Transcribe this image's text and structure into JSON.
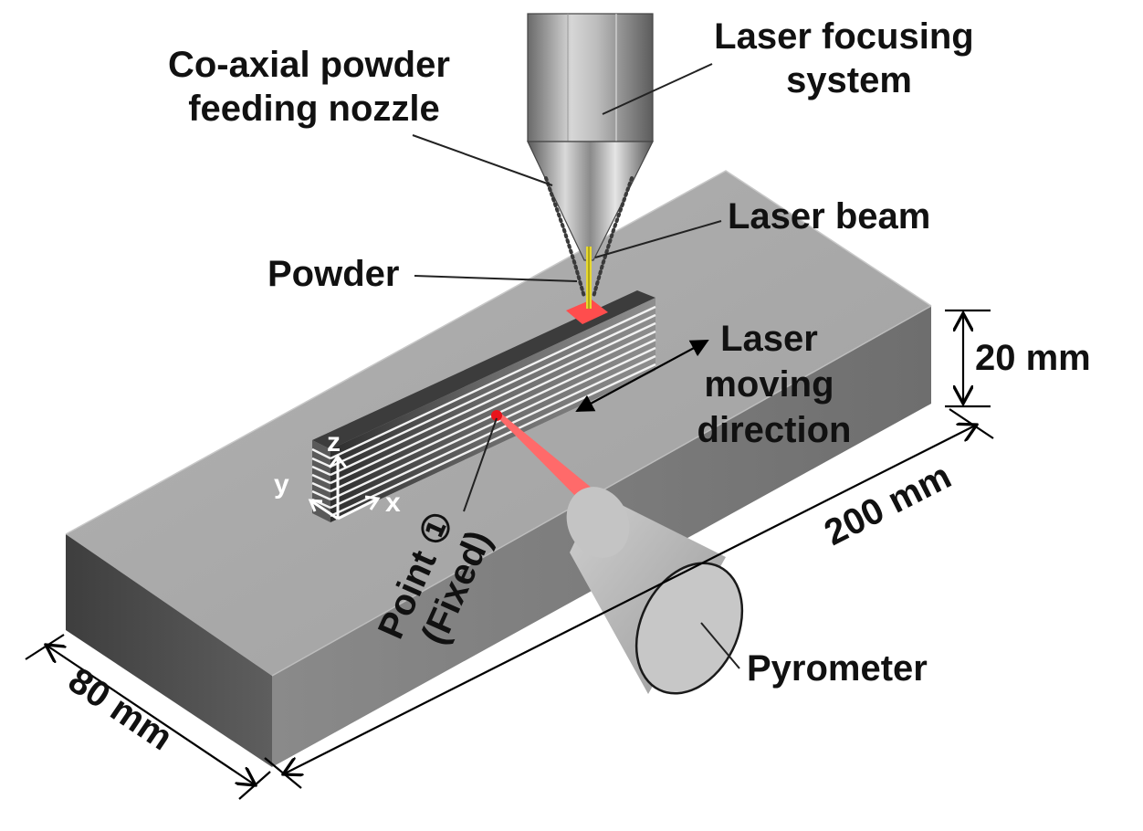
{
  "labels": {
    "nozzle": [
      "Co-axial powder",
      "feeding nozzle"
    ],
    "laser_focusing": [
      "Laser focusing",
      "system"
    ],
    "laser_beam": "Laser beam",
    "powder": "Powder",
    "laser_moving": [
      "Laser",
      "moving",
      "direction"
    ],
    "point": [
      "Point ①",
      "(Fixed)"
    ],
    "pyrometer": "Pyrometer"
  },
  "dimensions": {
    "height": "20 mm",
    "length": "200 mm",
    "width": "80 mm"
  },
  "axes": {
    "x": "x",
    "y": "y",
    "z": "z"
  },
  "colors": {
    "plate_top": "#a3a3a3",
    "plate_front": "#7c7c7c",
    "plate_side": "#505050",
    "melt_pool": "#ff4d4d",
    "laser_beam": "#e8d830",
    "measurement_ray": "#ff6a6a",
    "point_marker": "#e8141c"
  }
}
